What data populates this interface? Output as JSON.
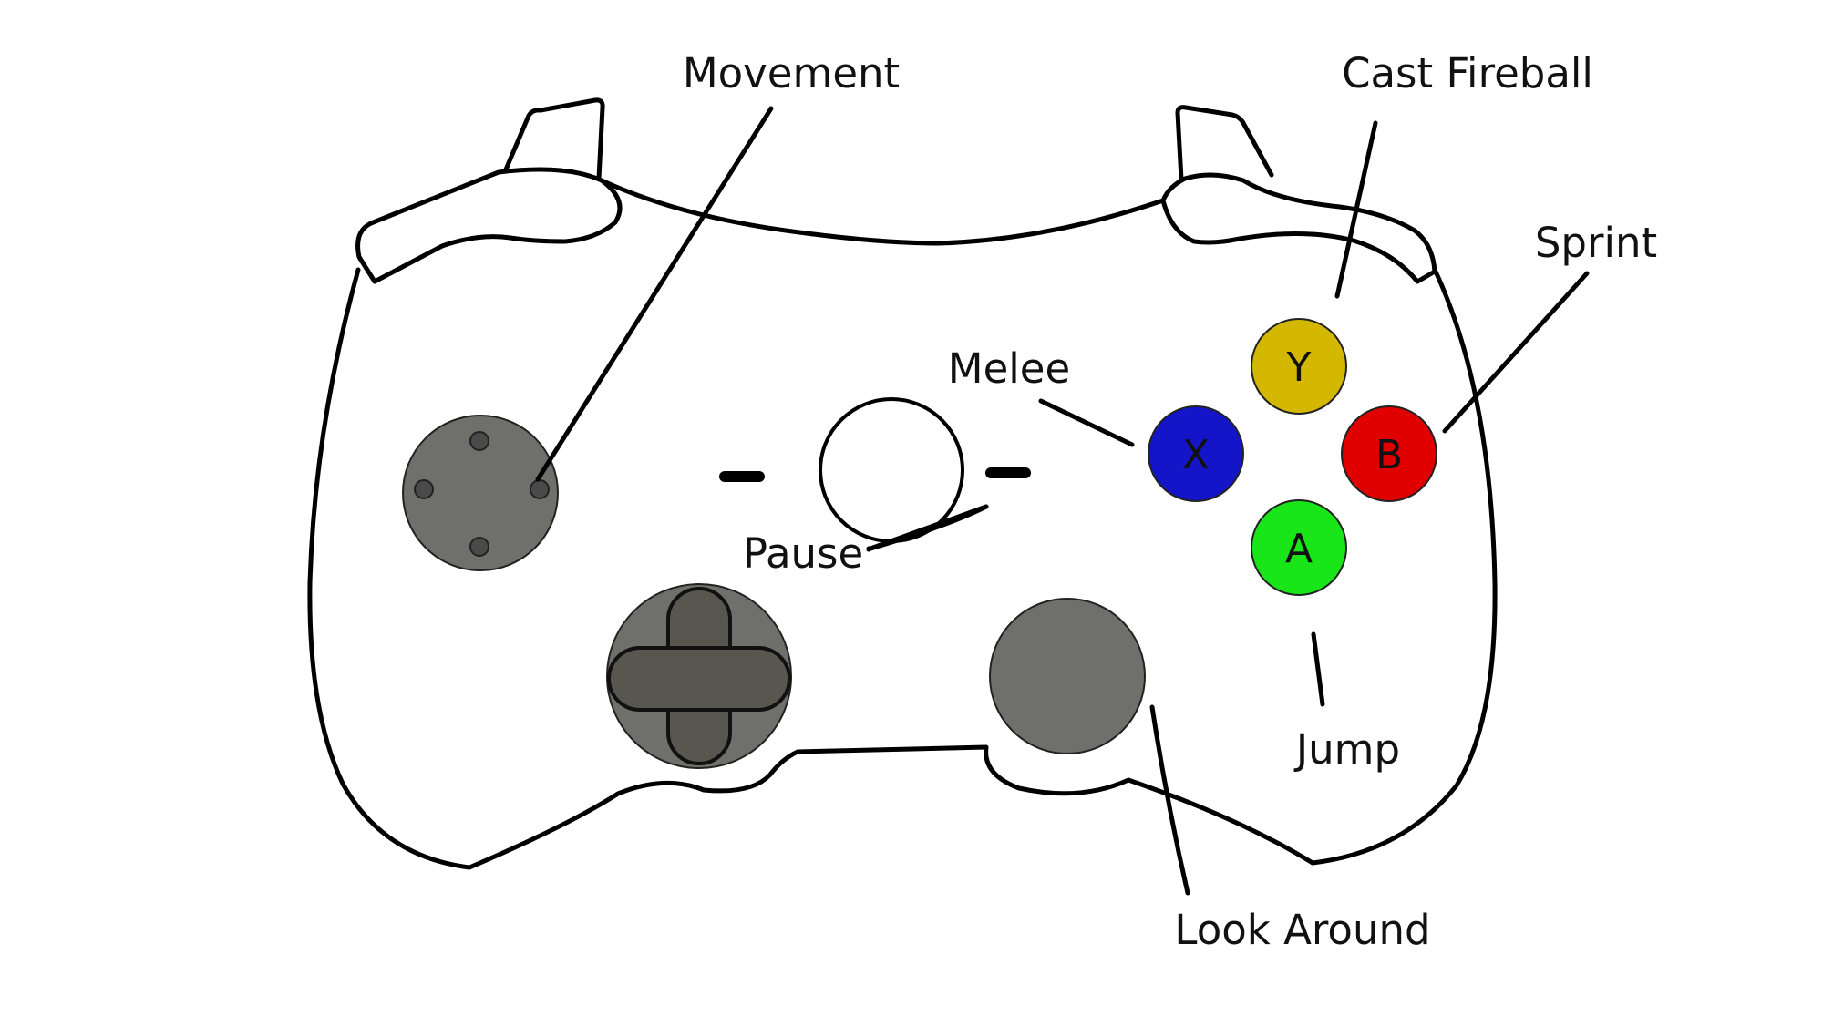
{
  "labels": {
    "movement": "Movement",
    "cast_fireball": "Cast Fireball",
    "sprint": "Sprint",
    "melee": "Melee",
    "pause": "Pause",
    "jump": "Jump",
    "look_around": "Look Around"
  },
  "face_buttons": {
    "y": {
      "letter": "Y",
      "color": "#d4b800"
    },
    "x": {
      "letter": "X",
      "color": "#1414c8"
    },
    "b": {
      "letter": "B",
      "color": "#e00000"
    },
    "a": {
      "letter": "A",
      "color": "#19e619"
    }
  },
  "colors": {
    "stick_fill": "#6f6f6b",
    "dpad_fill": "#57564f",
    "outline": "#000000"
  }
}
